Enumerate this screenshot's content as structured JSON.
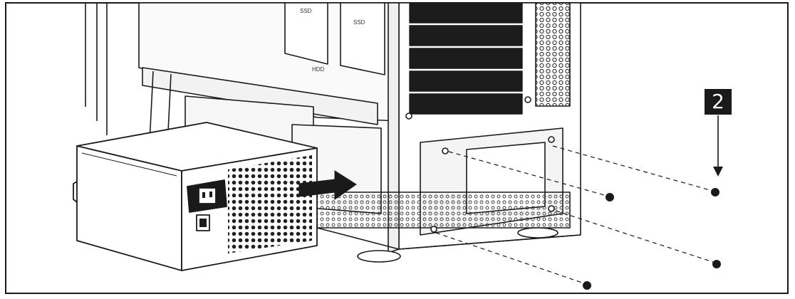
{
  "figure": {
    "step_number": "2",
    "bay_labels": [
      "SSD",
      "SSD",
      "HDD"
    ]
  },
  "icons": [
    "psu-icon",
    "arrow-right-icon",
    "arrow-down-icon",
    "screw-icon"
  ],
  "colors": {
    "line": "#1a1a1a",
    "panel": "#f4f4f4",
    "badge": "#1a1a1a"
  }
}
